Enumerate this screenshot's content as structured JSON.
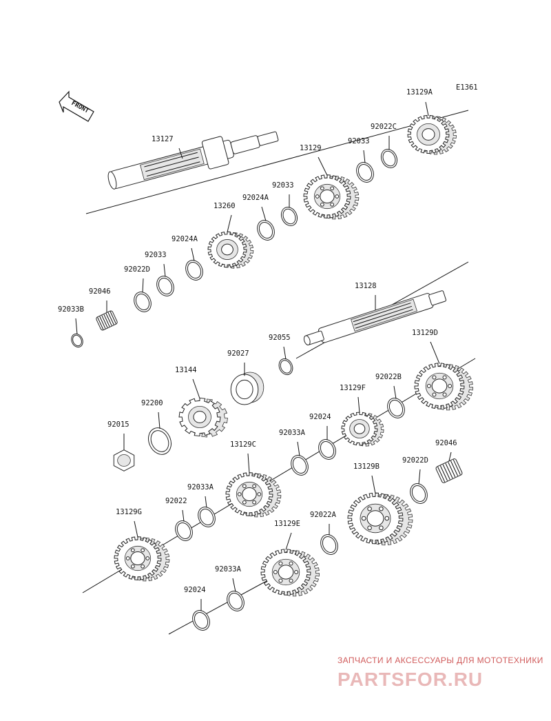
{
  "diagram_code": "E1361",
  "front_label": "FRONT",
  "watermark": {
    "tagline": "ЗАПЧАСТИ И АКСЕССУАРЫ ДЛЯ МОТОТЕХНИКИ",
    "brand": "PARTSFOR.RU"
  },
  "parts": [
    {
      "number": "13127",
      "kind": "shaft"
    },
    {
      "number": "13128",
      "kind": "shaft"
    },
    {
      "number": "13129A",
      "kind": "gear"
    },
    {
      "number": "92022C",
      "kind": "ring"
    },
    {
      "number": "92033",
      "kind": "ring"
    },
    {
      "number": "13129",
      "kind": "gear"
    },
    {
      "number": "92033",
      "kind": "ring"
    },
    {
      "number": "92024A",
      "kind": "ring"
    },
    {
      "number": "13260",
      "kind": "gear"
    },
    {
      "number": "92024A",
      "kind": "ring"
    },
    {
      "number": "92033",
      "kind": "ring"
    },
    {
      "number": "92022D",
      "kind": "ring"
    },
    {
      "number": "92046",
      "kind": "bearing"
    },
    {
      "number": "92033B",
      "kind": "ring"
    },
    {
      "number": "92055",
      "kind": "ring"
    },
    {
      "number": "92027",
      "kind": "collar"
    },
    {
      "number": "13144",
      "kind": "sprocket"
    },
    {
      "number": "92200",
      "kind": "washer"
    },
    {
      "number": "92015",
      "kind": "nut"
    },
    {
      "number": "13129D",
      "kind": "gear"
    },
    {
      "number": "92022B",
      "kind": "ring"
    },
    {
      "number": "13129F",
      "kind": "gear"
    },
    {
      "number": "92024",
      "kind": "ring"
    },
    {
      "number": "92033A",
      "kind": "ring"
    },
    {
      "number": "13129C",
      "kind": "gear"
    },
    {
      "number": "92046",
      "kind": "bearing"
    },
    {
      "number": "92022D",
      "kind": "ring"
    },
    {
      "number": "13129B",
      "kind": "gear"
    },
    {
      "number": "92033A",
      "kind": "ring"
    },
    {
      "number": "92022",
      "kind": "ring"
    },
    {
      "number": "13129G",
      "kind": "gear"
    },
    {
      "number": "92022A",
      "kind": "ring"
    },
    {
      "number": "13129E",
      "kind": "gear"
    },
    {
      "number": "92033A",
      "kind": "ring"
    },
    {
      "number": "92024",
      "kind": "ring"
    }
  ]
}
